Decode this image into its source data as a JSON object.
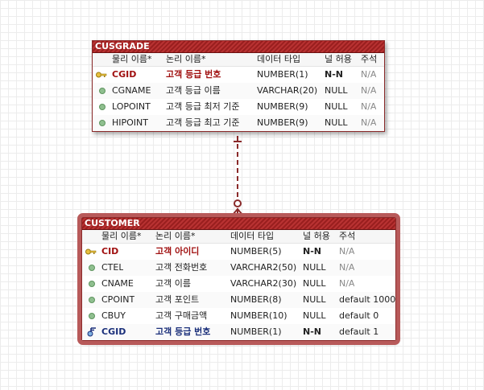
{
  "entities": {
    "cusgrade": {
      "title": "CUSGRADE",
      "headers": {
        "physical": "물리 이름*",
        "logical": "논리 이름*",
        "type": "데이터 타입",
        "nullable": "널 허용",
        "comment": "주석"
      },
      "rows": [
        {
          "physical": "CGID",
          "logical": "고객 등급 번호",
          "type": "NUMBER(1)",
          "nullable": "N-N",
          "comment": "N/A"
        },
        {
          "physical": "CGNAME",
          "logical": "고객 등급 이름",
          "type": "VARCHAR(20)",
          "nullable": "NULL",
          "comment": "N/A"
        },
        {
          "physical": "LOPOINT",
          "logical": "고객 등급 최저 기준",
          "type": "NUMBER(9)",
          "nullable": "NULL",
          "comment": "N/A"
        },
        {
          "physical": "HIPOINT",
          "logical": "고객 등급 최고 기준",
          "type": "NUMBER(9)",
          "nullable": "NULL",
          "comment": "N/A"
        }
      ]
    },
    "customer": {
      "title": "CUSTOMER",
      "headers": {
        "physical": "물리 이름*",
        "logical": "논리 이름*",
        "type": "데이터 타입",
        "nullable": "널 허용",
        "comment": "주석"
      },
      "rows": [
        {
          "physical": "CID",
          "logical": "고객 아이디",
          "type": "NUMBER(5)",
          "nullable": "N-N",
          "comment": "N/A"
        },
        {
          "physical": "CTEL",
          "logical": "고객 전화번호",
          "type": "VARCHAR2(50)",
          "nullable": "NULL",
          "comment": "N/A"
        },
        {
          "physical": "CNAME",
          "logical": "고객 이름",
          "type": "VARCHAR2(30)",
          "nullable": "NULL",
          "comment": "N/A"
        },
        {
          "physical": "CPOINT",
          "logical": "고객 포인트",
          "type": "NUMBER(8)",
          "nullable": "NULL",
          "comment": "default 1000"
        },
        {
          "physical": "CBUY",
          "logical": "고객 구매금액",
          "type": "NUMBER(10)",
          "nullable": "NULL",
          "comment": "default 0"
        },
        {
          "physical": "CGID",
          "logical": "고객 등급 번호",
          "type": "NUMBER(1)",
          "nullable": "N-N",
          "comment": "default 1"
        }
      ]
    }
  },
  "colors": {
    "title_bar": "#9a1f1f",
    "relationship": "#8a2a2a",
    "primary_key": "#a01010",
    "foreign_key": "#1a2f7a"
  }
}
